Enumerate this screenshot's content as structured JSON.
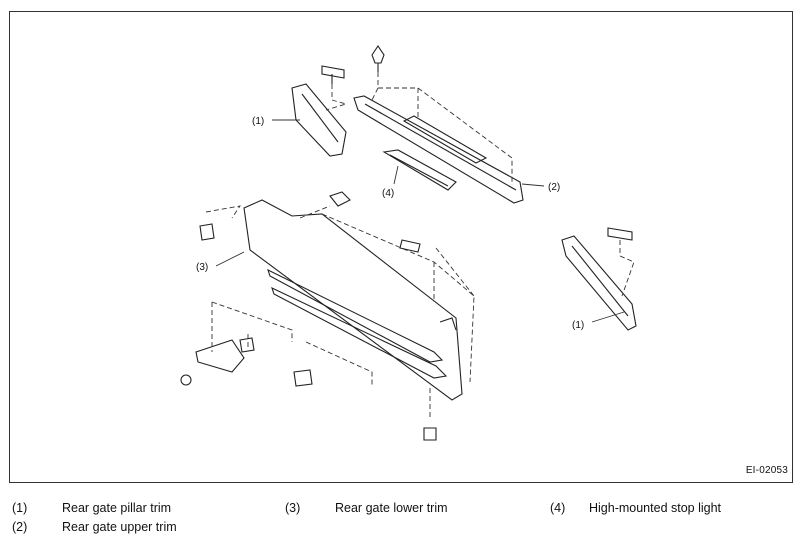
{
  "figure_id": "EI-02053",
  "callouts": {
    "c1a": "(1)",
    "c1b": "(1)",
    "c2": "(2)",
    "c3": "(3)",
    "c4": "(4)"
  },
  "legend": [
    {
      "num": "(1)",
      "label": "Rear gate pillar trim"
    },
    {
      "num": "(2)",
      "label": "Rear gate upper trim"
    },
    {
      "num": "(3)",
      "label": "Rear gate lower trim"
    },
    {
      "num": "(4)",
      "label": "High-mounted stop light"
    }
  ]
}
